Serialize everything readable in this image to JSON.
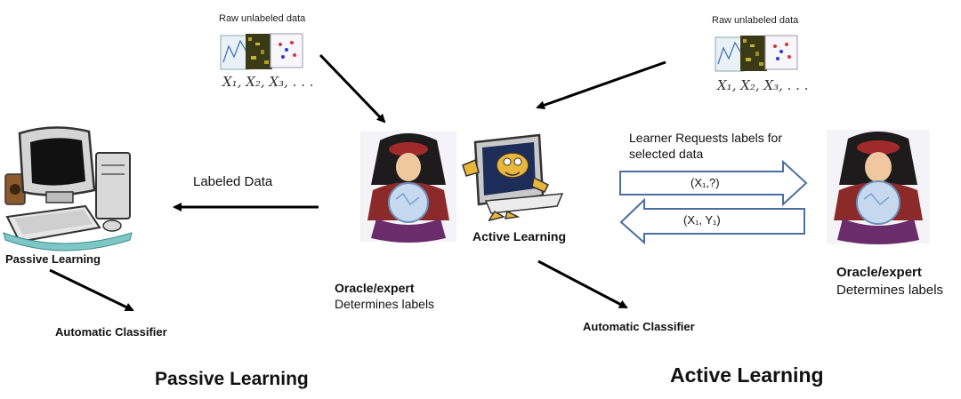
{
  "raw_data": {
    "label": "Raw unlabeled data",
    "sequence": "X₁, X₂, X₃, . . ."
  },
  "passive": {
    "computer_label": "Passive Learning",
    "classifier": "Automatic Classifier",
    "edge_label": "Labeled Data",
    "section_title": "Passive Learning"
  },
  "center": {
    "oracle_title": "Oracle/expert",
    "oracle_subtitle": "Determines labels",
    "active_label": "Active Learning",
    "classifier": "Automatic Classifier"
  },
  "active": {
    "request_text": "Learner Requests labels for\nselected data",
    "query_arrow": "(X₁,?)",
    "answer_arrow": "(X₁, Y₁)",
    "oracle_title": "Oracle/expert",
    "oracle_subtitle": "Determines labels",
    "section_title": "Active Learning"
  },
  "colors": {
    "arrow_outline": "#4a6fa0",
    "robe": "#8c2a2a",
    "crystal_ball": "#c7d9ee",
    "screen": "#1c2d5a"
  }
}
